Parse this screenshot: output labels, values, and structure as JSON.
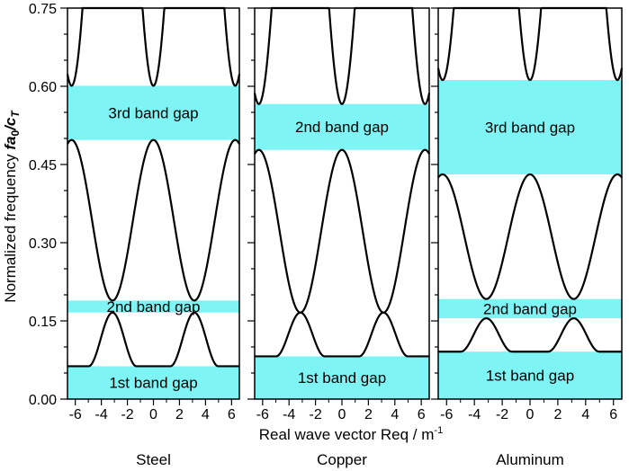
{
  "chart_data": {
    "type": "line",
    "title": "",
    "ylabel_main": "Normalized frequency ",
    "ylabel_f": "fa",
    "ylabel_sub0": "0",
    "ylabel_slash": "/c",
    "ylabel_subT": "T",
    "xlabel_main": "Real wave vector Req / m",
    "xlabel_sup": "-1",
    "ylim": [
      0,
      0.75
    ],
    "xlim": [
      -6.6,
      6.6
    ],
    "yticks": [
      0.0,
      0.15,
      0.3,
      0.45,
      0.6,
      0.75
    ],
    "ytick_labels": [
      "0.00",
      "0.15",
      "0.30",
      "0.45",
      "0.60",
      "0.75"
    ],
    "xticks": [
      -6,
      -4,
      -2,
      0,
      2,
      4,
      6
    ],
    "xtick_labels": [
      "-6",
      "-4",
      "-2",
      "0",
      "2",
      "4",
      "6"
    ],
    "gap_color": "#7ff4f4",
    "curve_color": "#000000",
    "panels": [
      {
        "name": "Steel",
        "gaps": [
          {
            "label": "1st band gap",
            "y0": 0.0,
            "y1": 0.063
          },
          {
            "label": "2nd band gap",
            "y0": 0.166,
            "y1": 0.189
          },
          {
            "label": "3rd band gap",
            "y0": 0.497,
            "y1": 0.601
          }
        ],
        "bands": {
          "b1": 0.063,
          "b2": 0.166,
          "b3": 0.189,
          "b4": 0.497,
          "b5": 0.601
        }
      },
      {
        "name": "Copper",
        "gaps": [
          {
            "label": "1st band gap",
            "y0": 0.0,
            "y1": 0.082
          },
          {
            "label": "2nd band gap",
            "y0": 0.478,
            "y1": 0.566
          }
        ],
        "bands": {
          "b1": 0.082,
          "b2": 0.166,
          "b3": 0.166,
          "b4": 0.478,
          "b5": 0.566
        }
      },
      {
        "name": "Aluminum",
        "gaps": [
          {
            "label": "1st band gap",
            "y0": 0.0,
            "y1": 0.091
          },
          {
            "label": "2nd band gap",
            "y0": 0.155,
            "y1": 0.192
          },
          {
            "label": "3rd band gap",
            "y0": 0.431,
            "y1": 0.612
          }
        ],
        "bands": {
          "b1": 0.091,
          "b2": 0.155,
          "b3": 0.192,
          "b4": 0.431,
          "b5": 0.612
        }
      }
    ]
  }
}
